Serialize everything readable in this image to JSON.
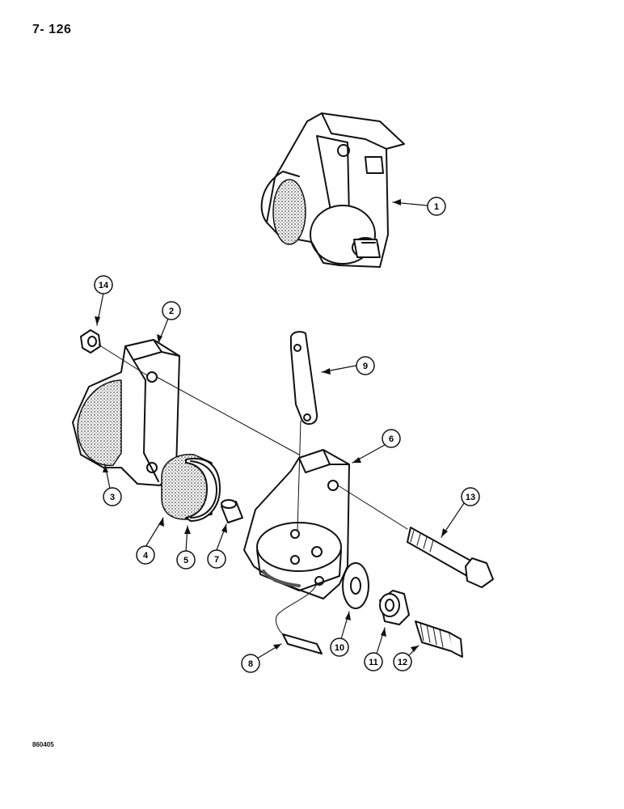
{
  "page": {
    "number": "7- 126",
    "figure_code": "860405"
  },
  "callouts": [
    {
      "id": "1"
    },
    {
      "id": "2"
    },
    {
      "id": "3"
    },
    {
      "id": "4"
    },
    {
      "id": "5"
    },
    {
      "id": "6"
    },
    {
      "id": "7"
    },
    {
      "id": "8"
    },
    {
      "id": "9"
    },
    {
      "id": "10"
    },
    {
      "id": "11"
    },
    {
      "id": "12"
    },
    {
      "id": "13"
    },
    {
      "id": "14"
    }
  ],
  "colors": {
    "line": "#111111",
    "background": "#ffffff",
    "lining": "#777777"
  }
}
